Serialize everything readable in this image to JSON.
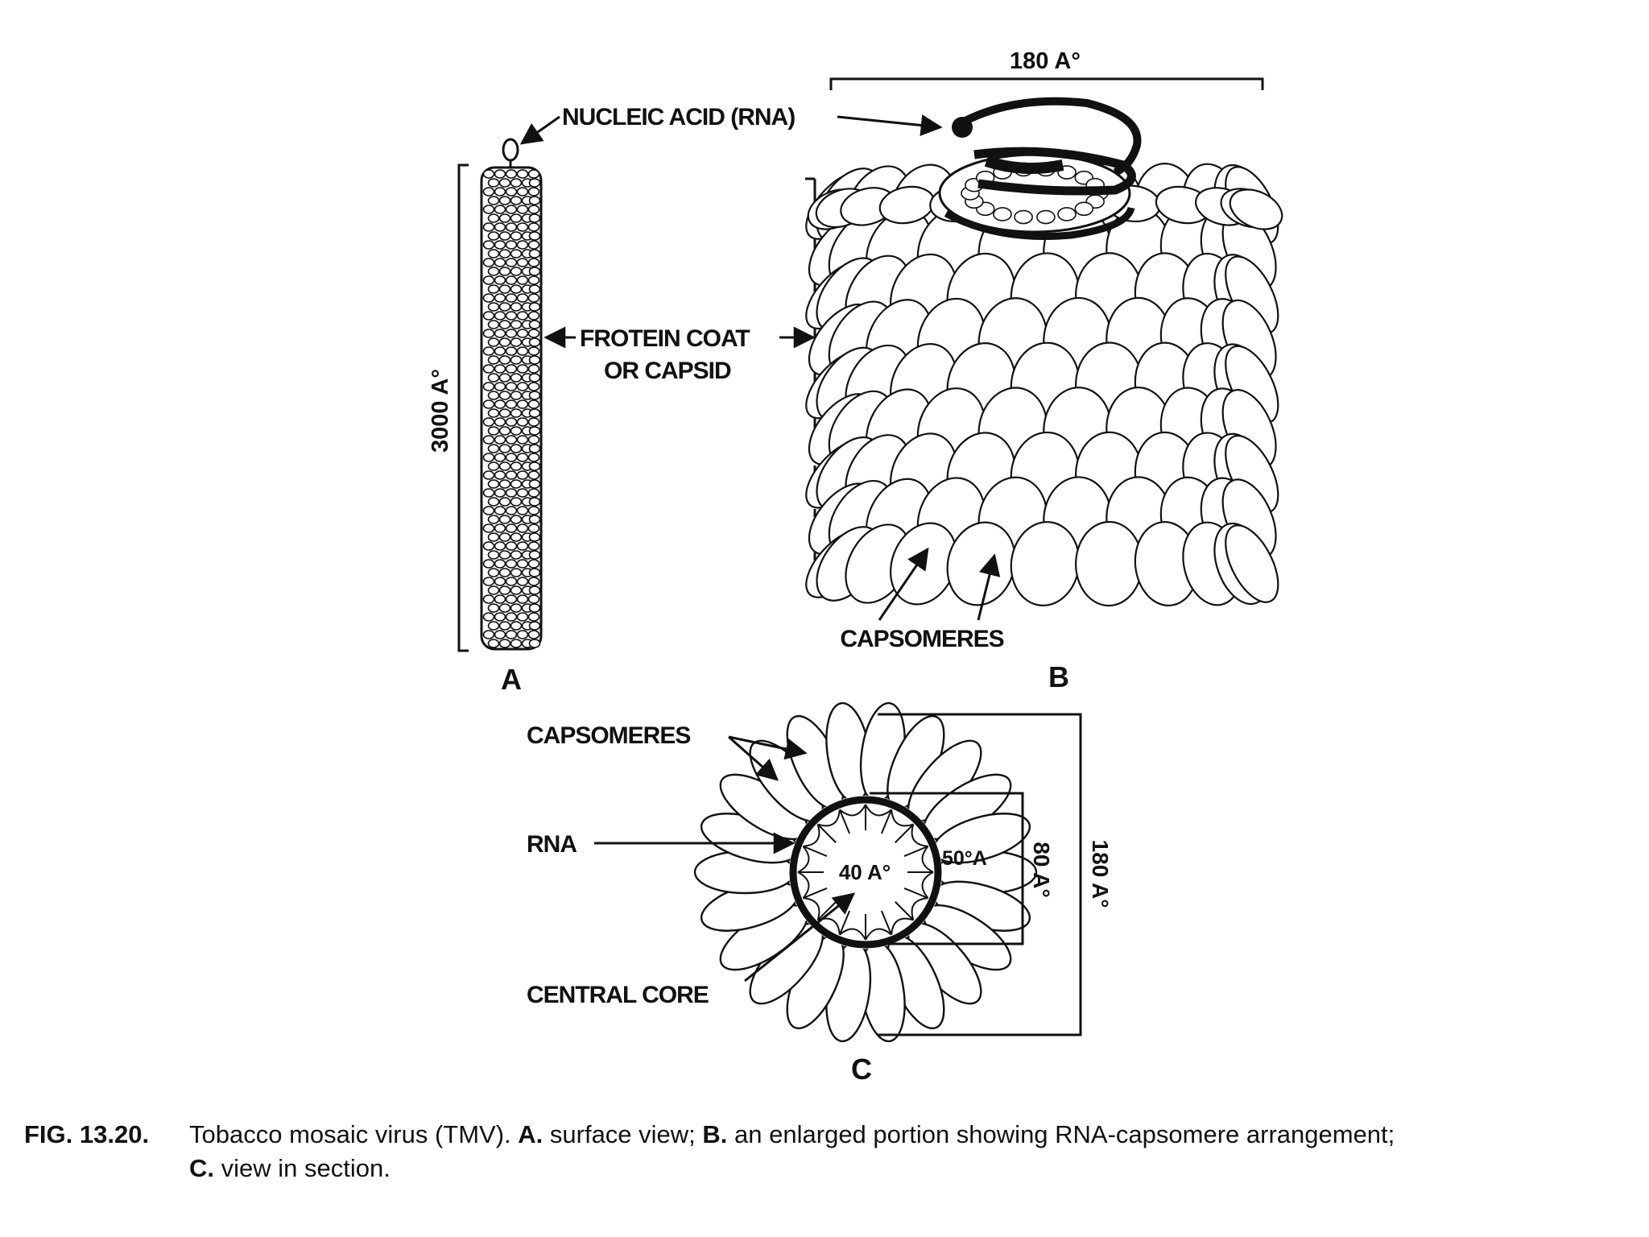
{
  "labels": {
    "nucleic_acid": "NUCLEIC ACID (RNA)",
    "protein_coat_1": "FROTEIN COAT",
    "protein_coat_2": "OR CAPSID",
    "capsomeres_b": "CAPSOMERES",
    "capsomeres_c": "CAPSOMERES",
    "rna": "RNA",
    "central_core": "CENTRAL CORE",
    "dim_3000": "3000 A°",
    "dim_180_top": "180 A°",
    "dim_180_side": "180 A°",
    "dim_80": "80 A°",
    "dim_50": "50°A",
    "dim_40": "40 A°",
    "panel_a": "A",
    "panel_b": "B",
    "panel_c": "C"
  },
  "caption": {
    "fig": "FIG. 13.20.",
    "t1": "Tobacco mosaic virus (TMV).",
    "a_key": "A.",
    "a_text": "surface view;",
    "b_key": "B.",
    "b_text": "an enlarged portion showing RNA-capsomere arrangement;",
    "c_key": "C.",
    "c_text": "view in section."
  },
  "colors": {
    "ink": "#111111",
    "background": "#ffffff"
  }
}
